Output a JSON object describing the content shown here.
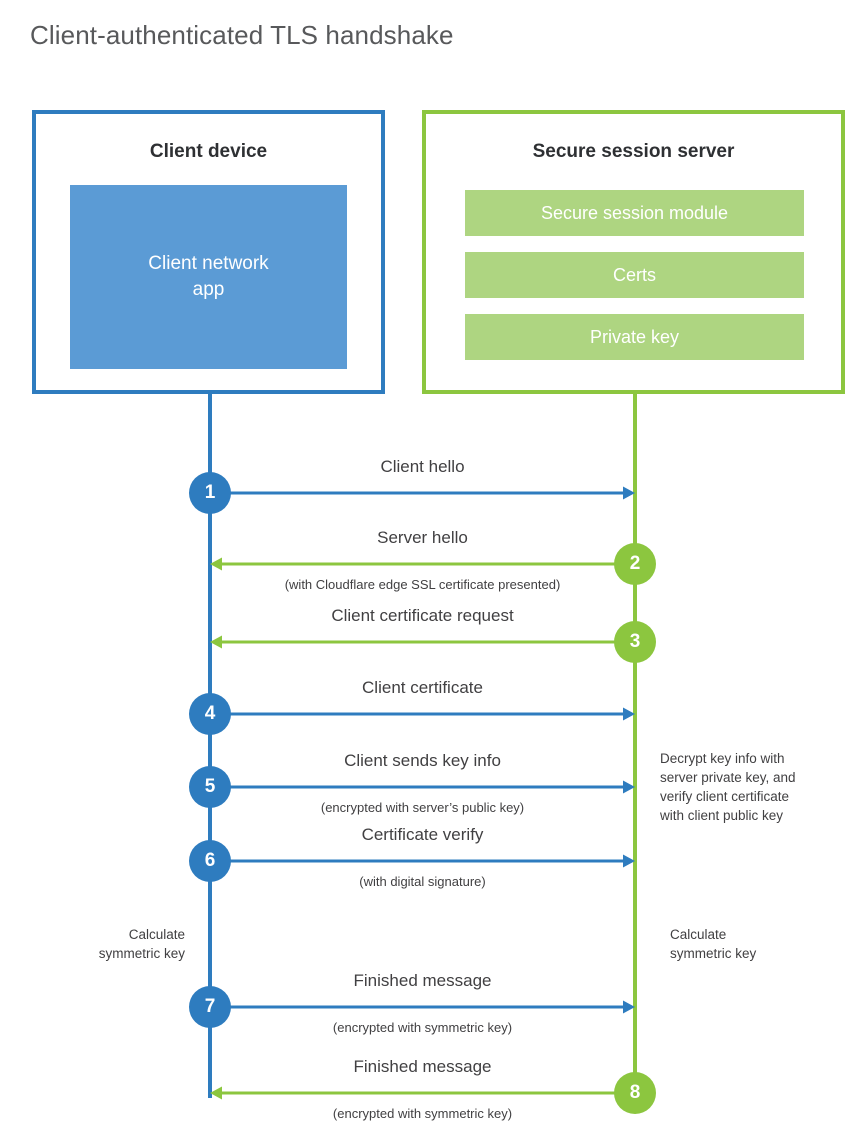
{
  "page": {
    "title": "Client-authenticated TLS handshake",
    "colors": {
      "client_blue": "#2e7cbf",
      "client_app_fill": "#5b9bd5",
      "server_green": "#8cc63f",
      "server_bar_fill": "#aed581",
      "text_gray": "#414042",
      "title_gray": "#58595b"
    }
  },
  "client": {
    "title": "Client device",
    "app_label": "Client network\napp"
  },
  "server": {
    "title": "Secure session server",
    "modules": [
      {
        "label": "Secure session module"
      },
      {
        "label": "Certs"
      },
      {
        "label": "Private key"
      }
    ]
  },
  "steps": [
    {
      "number": "1",
      "direction": "client-to-server",
      "side": "client",
      "label": "Client hello",
      "sub": ""
    },
    {
      "number": "2",
      "direction": "server-to-client",
      "side": "server",
      "label": "Server hello",
      "sub": "(with Cloudflare edge SSL certificate presented)"
    },
    {
      "number": "3",
      "direction": "server-to-client",
      "side": "server",
      "label": "Client certificate request",
      "sub": ""
    },
    {
      "number": "4",
      "direction": "client-to-server",
      "side": "client",
      "label": "Client certificate",
      "sub": ""
    },
    {
      "number": "5",
      "direction": "client-to-server",
      "side": "client",
      "label": "Client sends key info",
      "sub": "(encrypted with server’s public key)"
    },
    {
      "number": "6",
      "direction": "client-to-server",
      "side": "client",
      "label": "Certificate verify",
      "sub": "(with digital signature)"
    },
    {
      "number": "7",
      "direction": "client-to-server",
      "side": "client",
      "label": "Finished message",
      "sub": "(encrypted with symmetric key)"
    },
    {
      "number": "8",
      "direction": "server-to-client",
      "side": "server",
      "label": "Finished message",
      "sub": "(encrypted with symmetric key)"
    }
  ],
  "notes": {
    "server_decrypt": "Decrypt key info with\nserver private key, and\nverify client certificate\nwith client public key",
    "client_calculate": "Calculate\nsymmetric key",
    "server_calculate": "Calculate\nsymmetric key"
  }
}
